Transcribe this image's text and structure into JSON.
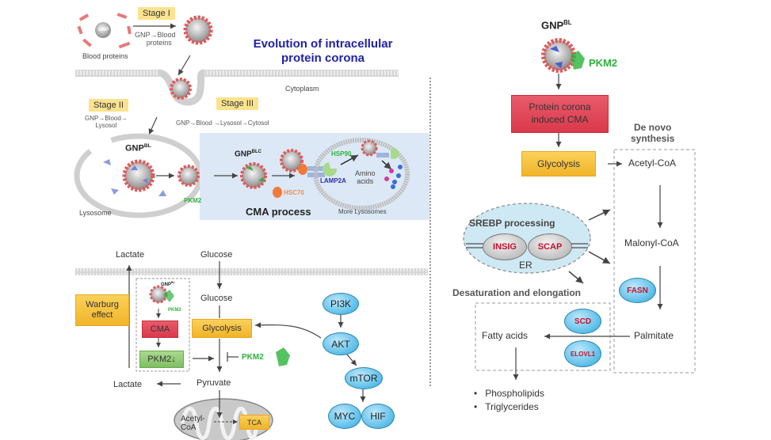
{
  "top_panel": {
    "title_line1": "Evolution of intracellular",
    "title_line2": "protein corona",
    "stage1": {
      "label": "Stage I",
      "desc_line1": "GNP→Blood",
      "desc_line2": "proteins"
    },
    "blood_proteins_label": "Blood  proteins",
    "gnp_label": "GNP",
    "cytoplasm_label": "Cytoplasm",
    "stage2": {
      "label": "Stage II",
      "desc_line1": "GNP→Blood→",
      "desc_line2": "Lysosol"
    },
    "stage3": {
      "label": "Stage III",
      "desc": "GNP→Blood  →Lysosol→Cytosol"
    },
    "gnp_bl": {
      "base": "GNP",
      "sup": "BL"
    },
    "gnp_blc": {
      "base": "GNP",
      "sup": "BLC"
    },
    "lysosome_label": "Lysosome",
    "pkm2_label": "PKM2",
    "hsc70_label": "HSC70",
    "hsp90_label": "HSP90",
    "lamp2a_label": "LAMP2A",
    "amino_acids_line1": "Amino",
    "amino_acids_line2": "acids",
    "cma_process_label": "CMA process",
    "more_lysosomes_label": "More Lysosomes"
  },
  "bottom_left": {
    "lactate_top": "Lactate",
    "glucose_top": "Glucose",
    "glucose_inner": "Glucose",
    "warburg_line1": "Warburg",
    "warburg_line2": "effect",
    "gnp_bl": {
      "base": "GNP",
      "sup": "BL"
    },
    "pkm2_small": "PKM2",
    "cma_box": "CMA",
    "pkm2_down_box": "PKM2↓",
    "glycolysis_box": "Glycolysis",
    "pkm2_inhibit": "PKM2",
    "lactate_bottom": "Lactate",
    "pyruvate": "Pyruvate",
    "acetyl_coa_line1": "Acetyl-",
    "acetyl_coa_line2": "CoA",
    "tca": "TCA",
    "pi3k": "PI3K",
    "akt": "AKT",
    "mtor": "mTOR",
    "myc": "MYC",
    "hif": "HIF"
  },
  "right_panel": {
    "gnp_bl": {
      "base": "GNP",
      "sup": "BL"
    },
    "pkm2_label": "PKM2",
    "protein_corona_line1": "Protein corona",
    "protein_corona_line2": "induced CMA",
    "glycolysis_box": "Glycolysis",
    "de_novo_line1": "De novo",
    "de_novo_line2": "synthesis",
    "acetyl_coa": "Acetyl-CoA",
    "srebp_processing": "SREBP processing",
    "insig": "INSIG",
    "scap": "SCAP",
    "er": "ER",
    "malonyl_coa": "Malonyl-CoA",
    "fasn": "FASN",
    "desaturation": "Desaturation and elongation",
    "scd": "SCD",
    "elovl1": "ELOVL1",
    "fatty_acids": "Fatty acids",
    "palmitate": "Palmitate",
    "products": [
      "Phospholipids",
      "Triglycerides"
    ]
  },
  "colors": {
    "title_blue": "#1f1fa8",
    "pkm2_green": "#2bb33a",
    "hsc70_orange": "#f08a4b",
    "lamp2a_blue": "#2a2ab0",
    "stage_yellow": "#fbe38e",
    "cma_panel_blue": "#dce8f5",
    "enzyme_red": "#c8102e"
  }
}
